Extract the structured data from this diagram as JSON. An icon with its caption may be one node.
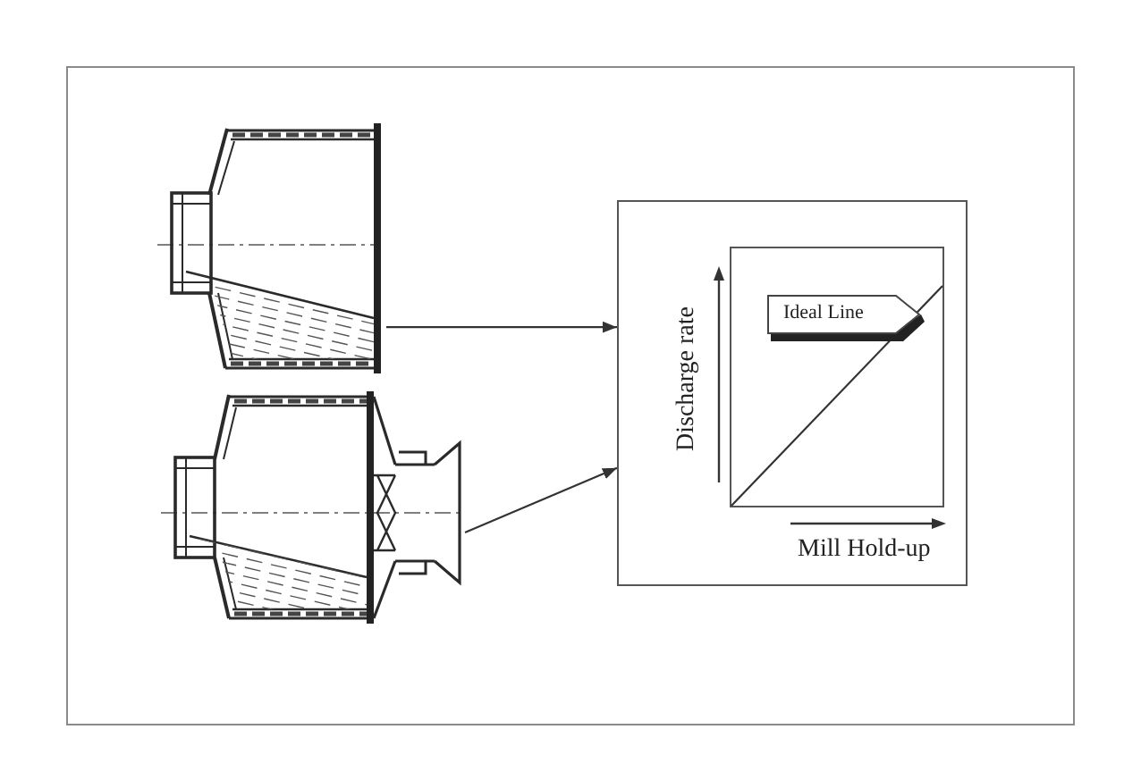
{
  "diagram": {
    "nodes": [
      {
        "text": [],
        "shape": "picture"
      },
      {
        "text": [],
        "shape": "picture"
      },
      {
        "text": [
          "Discharge rate",
          "Mill Hold-up"
        ]
      },
      {
        "text": [
          "Ideal Line"
        ],
        "in": 2
      }
    ],
    "edges": [
      {
        "from": 0,
        "to": 2,
        "arrow": "to"
      },
      {
        "from": 1,
        "to": 2,
        "arrow": "to"
      }
    ]
  }
}
